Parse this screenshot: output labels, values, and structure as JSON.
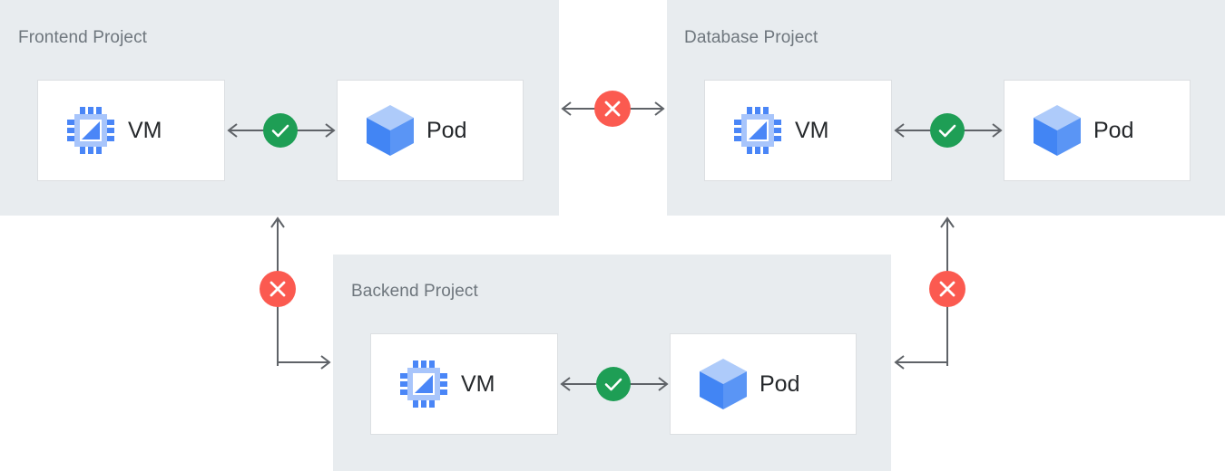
{
  "diagram": {
    "title_color": "#6e767d",
    "panel_color": "#e8ecef",
    "card_border_color": "#dcdfe2",
    "line_color": "#5f6368",
    "ok_color": "#1e9e55",
    "blocked_color": "#fb5a50",
    "vm_icon_color": "#4a86f7",
    "pod_icon_color": "#4285f4"
  },
  "panels": [
    {
      "id": "frontend",
      "title": "Frontend Project",
      "resources": [
        {
          "label": "VM",
          "icon": "cpu-chip-icon"
        },
        {
          "label": "Pod",
          "icon": "cube-icon"
        }
      ],
      "internal_link_status": "allowed"
    },
    {
      "id": "database",
      "title": "Database Project",
      "resources": [
        {
          "label": "VM",
          "icon": "cpu-chip-icon"
        },
        {
          "label": "Pod",
          "icon": "cube-icon"
        }
      ],
      "internal_link_status": "allowed"
    },
    {
      "id": "backend",
      "title": "Backend Project",
      "resources": [
        {
          "label": "VM",
          "icon": "cpu-chip-icon"
        },
        {
          "label": "Pod",
          "icon": "cube-icon"
        }
      ],
      "internal_link_status": "allowed"
    }
  ],
  "links": [
    {
      "id": "frontend-internal",
      "status": "allowed",
      "badge": "check-icon"
    },
    {
      "id": "database-internal",
      "status": "allowed",
      "badge": "check-icon"
    },
    {
      "id": "backend-internal",
      "status": "allowed",
      "badge": "check-icon"
    },
    {
      "id": "frontend-database",
      "status": "blocked",
      "badge": "cross-icon"
    },
    {
      "id": "frontend-backend",
      "status": "blocked",
      "badge": "cross-icon"
    },
    {
      "id": "database-backend",
      "status": "blocked",
      "badge": "cross-icon"
    }
  ]
}
